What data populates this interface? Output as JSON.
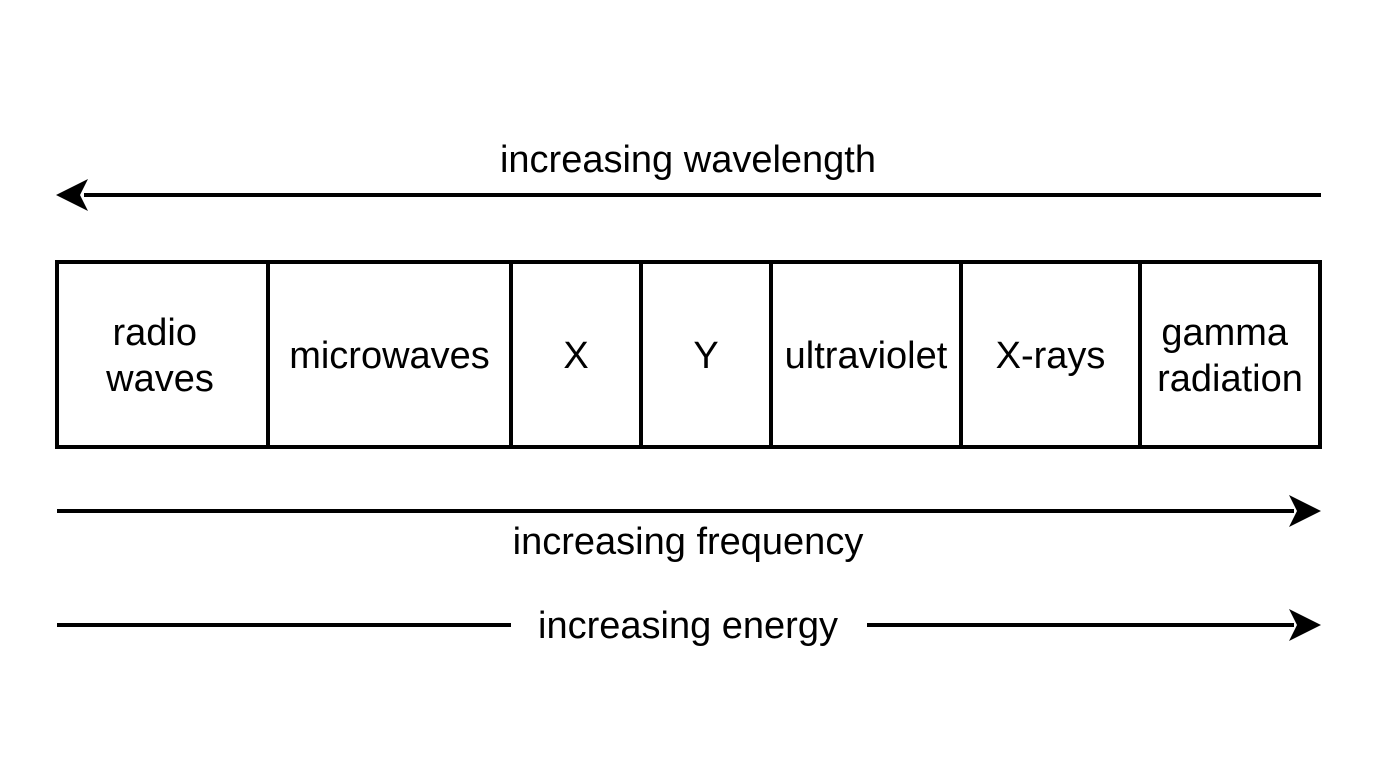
{
  "wavelength_label": "increasing wavelength",
  "frequency_label": "increasing frequency",
  "energy_label": "increasing energy",
  "bands": [
    {
      "lines": [
        "radio",
        "waves"
      ]
    },
    {
      "lines": [
        "microwaves"
      ]
    },
    {
      "lines": [
        "X"
      ]
    },
    {
      "lines": [
        "Y"
      ]
    },
    {
      "lines": [
        "ultraviolet"
      ]
    },
    {
      "lines": [
        "X-rays"
      ]
    },
    {
      "lines": [
        "gamma",
        "radiation"
      ]
    }
  ],
  "colors": {
    "stroke": "#000000",
    "background": "#ffffff"
  }
}
